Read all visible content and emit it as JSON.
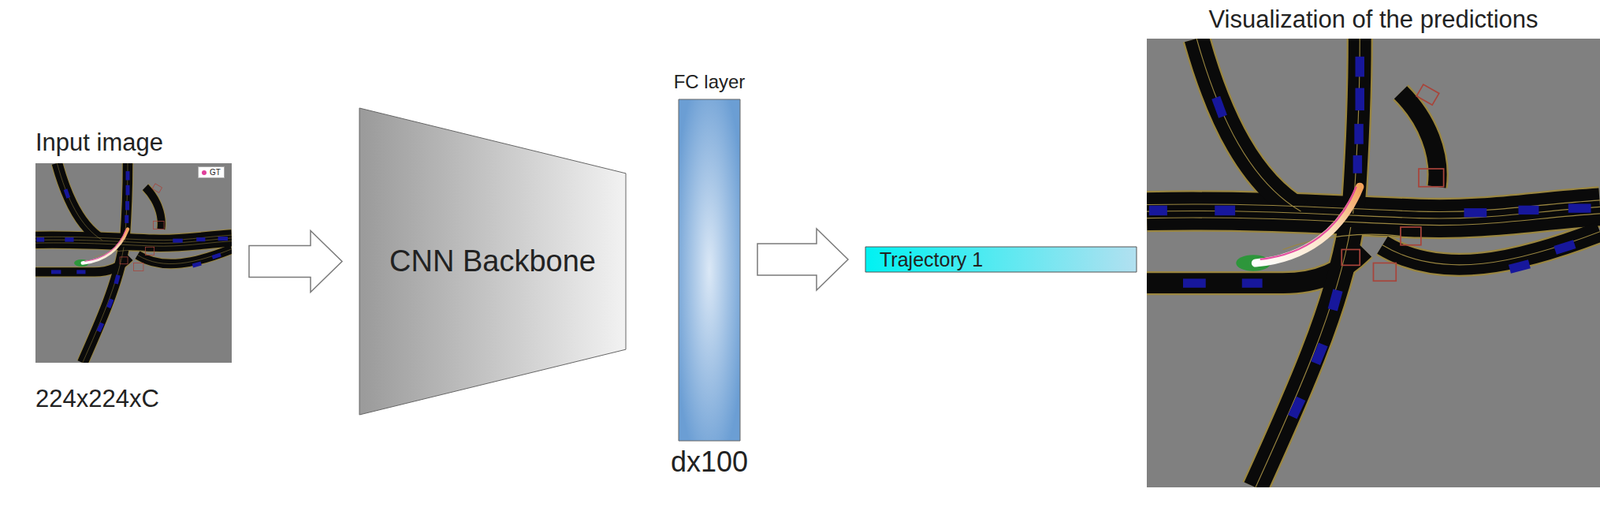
{
  "diagram": {
    "nodes": [
      {
        "text": [
          "Input image",
          "224x224xC"
        ]
      },
      {
        "text": [
          "CNN Backbone"
        ]
      },
      {
        "text": [
          "FC layer",
          "dx100"
        ]
      },
      {
        "text": [
          "Trajectory 1"
        ]
      },
      {
        "text": [
          "Visualization of the predictions"
        ]
      }
    ],
    "edges": [
      {
        "from": 0,
        "to": 1,
        "arrow": "to"
      },
      {
        "from": 2,
        "to": 3,
        "arrow": "to"
      }
    ],
    "legend": [
      {
        "text": "GT",
        "color": "#e0409a"
      }
    ]
  }
}
